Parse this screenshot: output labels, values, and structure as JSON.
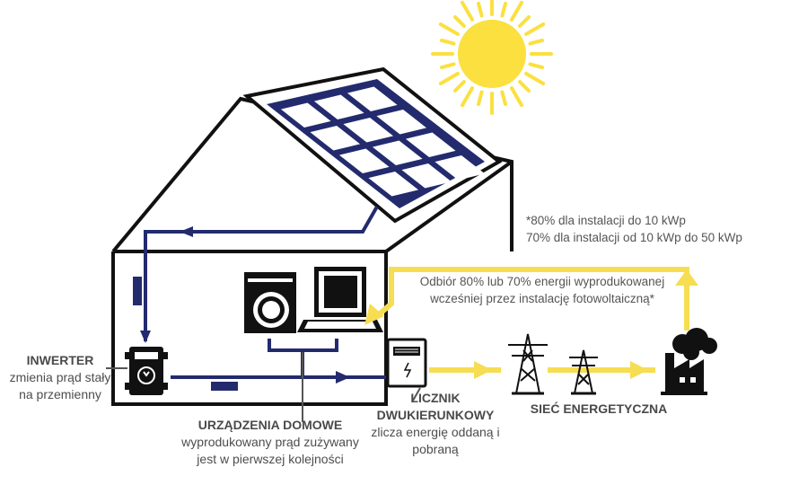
{
  "colors": {
    "navy": "#232b6e",
    "yellow": "#f6dd52",
    "sun": "#fbe03f",
    "black": "#111111",
    "text": "#4d4d4d"
  },
  "labels": {
    "inverter": {
      "title": "INWERTER",
      "line1": "zmienia prąd stały",
      "line2": "na przemienny"
    },
    "appliances": {
      "title": "URZĄDZENIA DOMOWE",
      "line1": "wyprodukowany prąd zużywany",
      "line2": "jest w pierwszej kolejności"
    },
    "meter": {
      "title1": "LICZNIK",
      "title2": "DWUKIERUNKOWY",
      "line1": "zlicza energię oddaną i",
      "line2": "pobraną"
    },
    "grid": {
      "title": "SIEĆ ENERGETYCZNA"
    },
    "footnote": {
      "line1": "*80% dla instalacji do 10 kWp",
      "line2": "70% dla instalacji od 10 kWp do 50 kWp"
    },
    "return_flow": {
      "line1": "Odbiór 80% lub 70% energii wyprodukowanej",
      "line2": "wcześniej przez instalację fotowoltaiczną*"
    }
  },
  "icons": [
    "sun-icon",
    "solar-panel-icon",
    "washing-machine-icon",
    "laptop-icon",
    "inverter-icon",
    "meter-icon",
    "power-pylon-icon",
    "power-plant-icon"
  ]
}
